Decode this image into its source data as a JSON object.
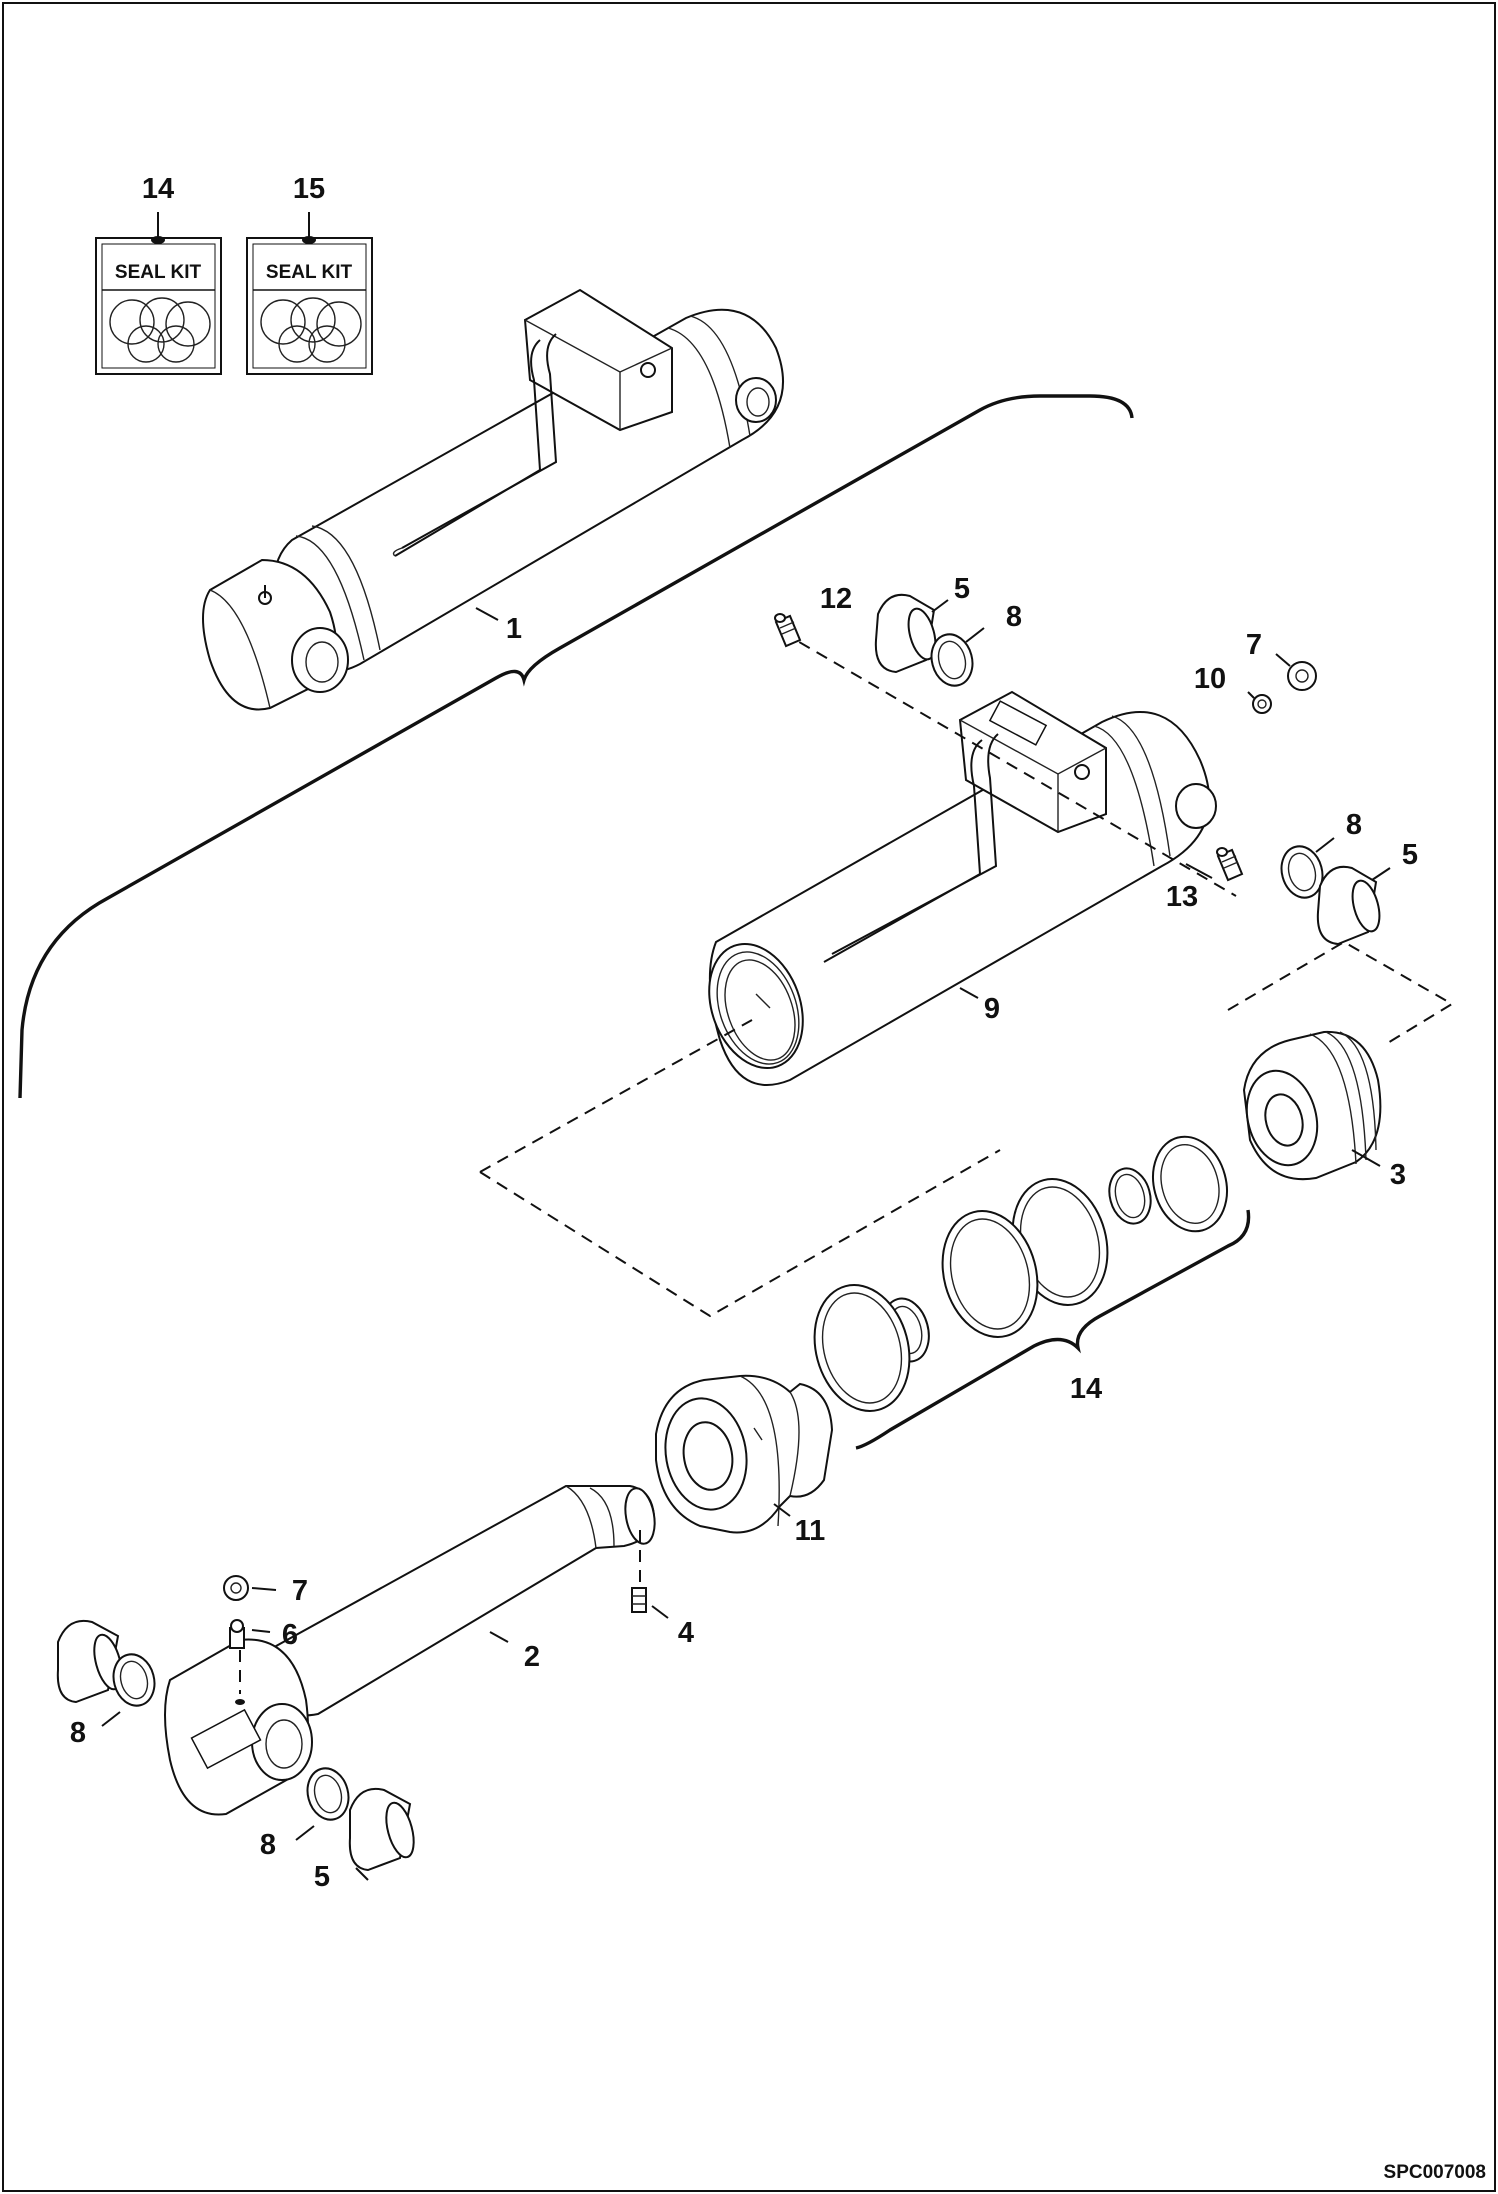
{
  "diagram": {
    "callouts": {
      "c14_kit": "14",
      "c15_kit": "15",
      "c1": "1",
      "c12": "12",
      "c5_top": "5",
      "c8_top": "8",
      "c7_top": "7",
      "c10": "10",
      "c8_right": "8",
      "c5_right": "5",
      "c13": "13",
      "c9": "9",
      "c3": "3",
      "c14_seals": "14",
      "c11": "11",
      "c7_rod": "7",
      "c6": "6",
      "c4": "4",
      "c2": "2",
      "c8_left": "8",
      "c8_bottom": "8",
      "c5_bottom": "5"
    },
    "kits": [
      {
        "title": "SEAL KIT"
      },
      {
        "title": "SEAL KIT"
      }
    ],
    "drawing_code": "SPC007008"
  }
}
